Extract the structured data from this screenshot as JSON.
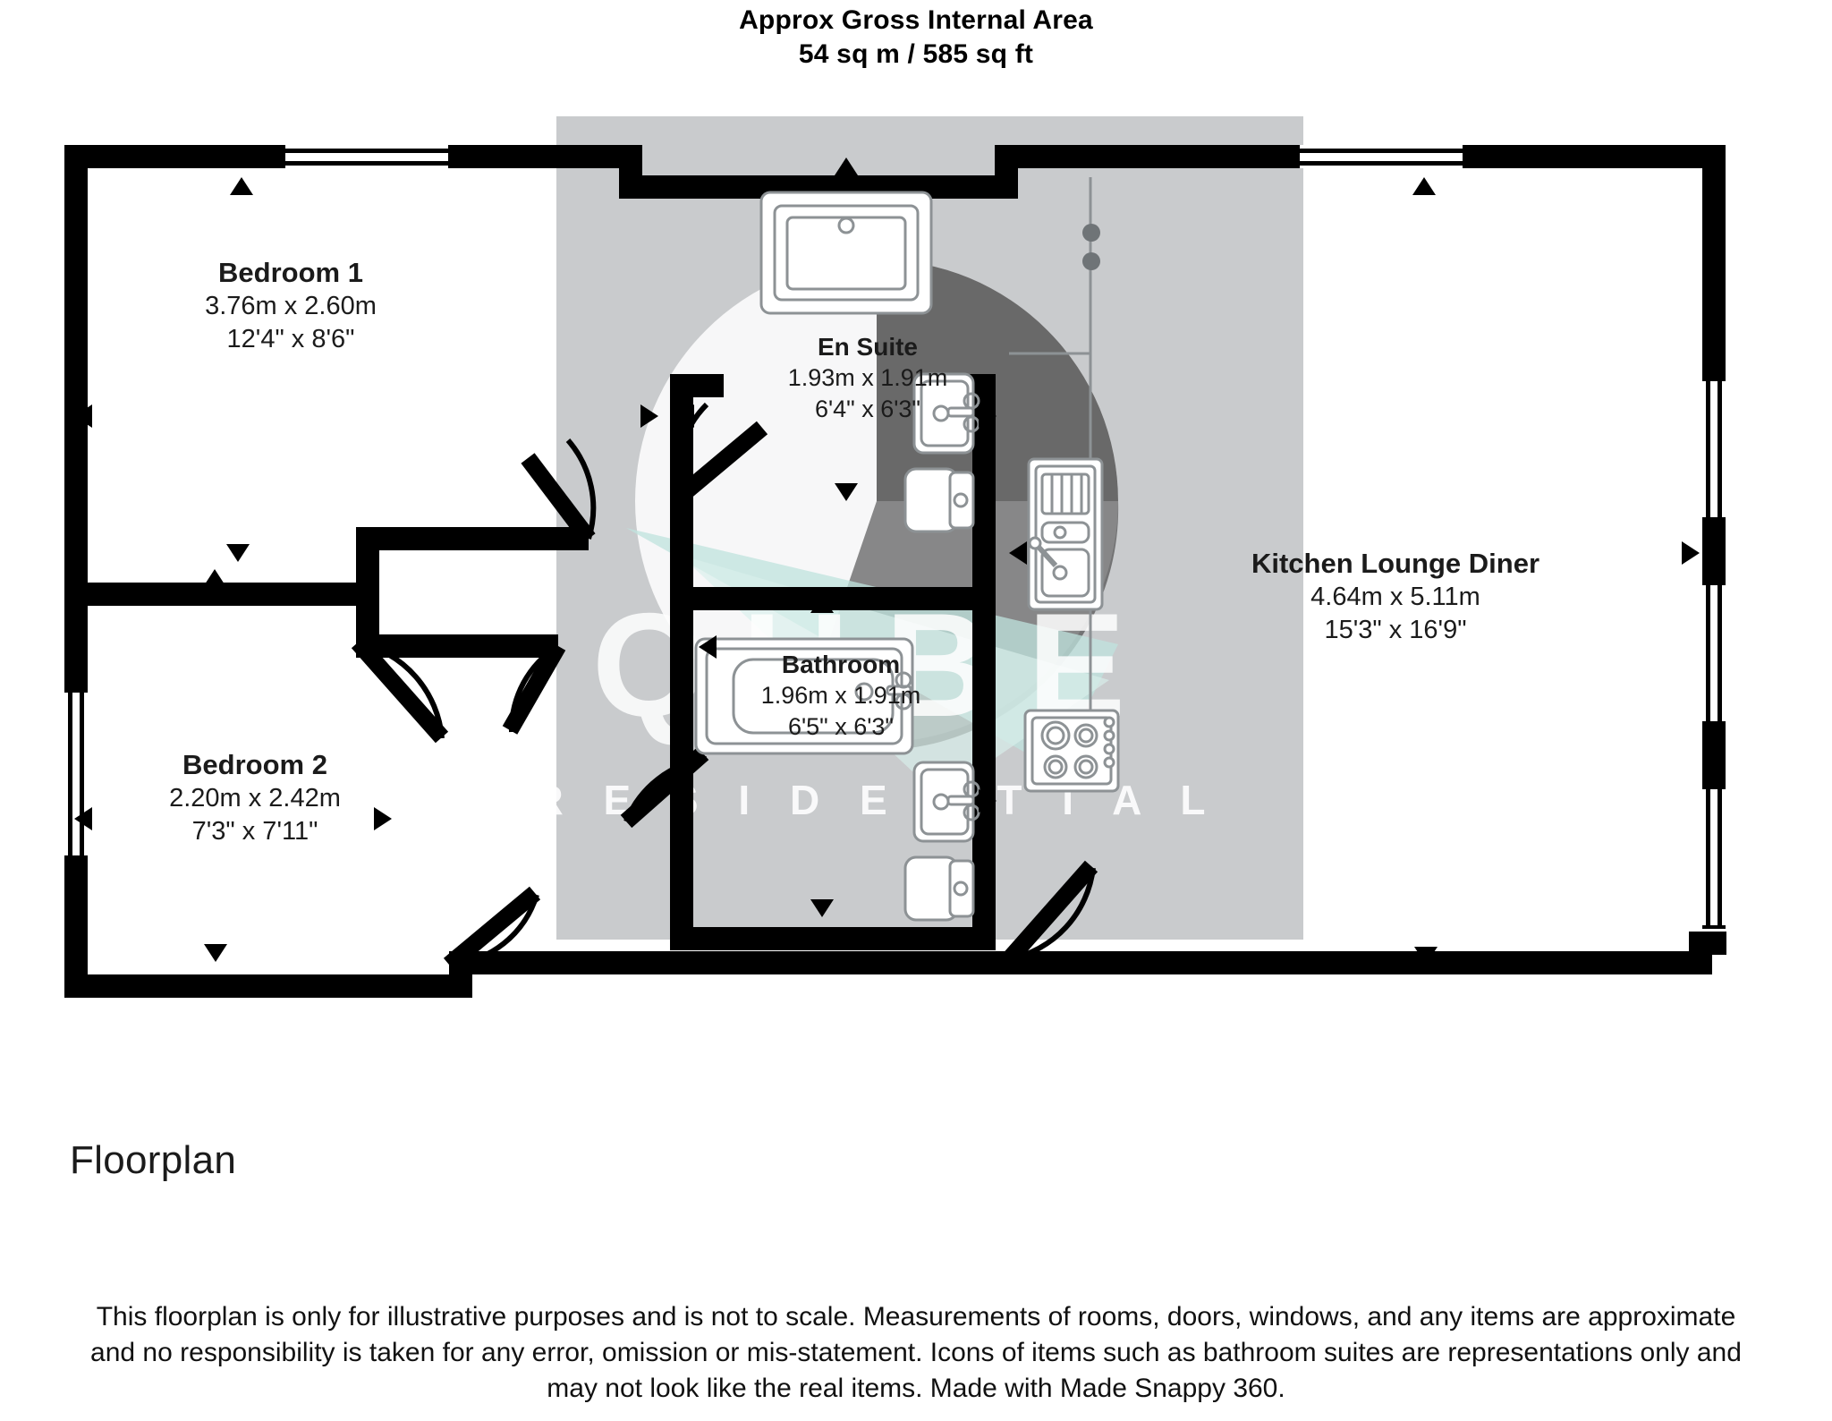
{
  "header": {
    "title": "Approx Gross Internal Area",
    "area": "54 sq m / 585 sq ft"
  },
  "caption": {
    "label": "Floorplan"
  },
  "watermark": {
    "brand": "QUBE",
    "tagline": "R E S I D E N T I A L"
  },
  "rooms": [
    {
      "id": "bedroom-1",
      "name": "Bedroom 1",
      "metric": "3.76m x 2.60m",
      "imperial": "12'4\" x 8'6\""
    },
    {
      "id": "en-suite",
      "name": "En Suite",
      "metric": "1.93m x 1.91m",
      "imperial": "6'4\" x 6'3\""
    },
    {
      "id": "bathroom",
      "name": "Bathroom",
      "metric": "1.96m x 1.91m",
      "imperial": "6'5\" x 6'3\""
    },
    {
      "id": "kitchen-lounge-diner",
      "name": "Kitchen Lounge Diner",
      "metric": "4.64m x 5.11m",
      "imperial": "15'3\" x 16'9\""
    },
    {
      "id": "bedroom-2",
      "name": "Bedroom 2",
      "metric": "2.20m x 2.42m",
      "imperial": "7'3\" x 7'11\""
    }
  ],
  "footer": {
    "line1": "This floorplan is only for illustrative purposes and is not to scale. Measurements of rooms, doors, windows, and any items are approximate",
    "line2": "and no responsibility is taken for any error, omission or mis-statement. Icons of items such as bathroom suites are representations only and",
    "line3": "may not look like the real items. Made with Made Snappy 360."
  },
  "colors": {
    "wall": "#000000",
    "shade": "#c9cbcd",
    "fixture_stroke": "#8d9295",
    "watermark_light": "#ffffff",
    "watermark_dark": "#3a3a3a",
    "accent_teal": "#bfe3dd",
    "text": "#1b1b1b"
  }
}
